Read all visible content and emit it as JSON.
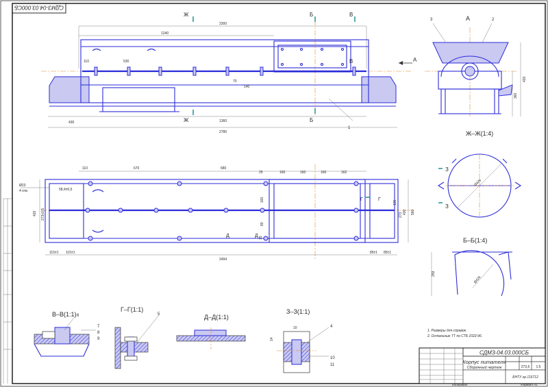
{
  "frame": {
    "corner_code": "СДМЗ-04.03.000СБ",
    "stamp_code": "СДМЗ-04.03.000СБ",
    "stamp_title": "Корпус питателя",
    "stamp_subtitle": "Сборочный чертеж",
    "stamp_mass": "273,6",
    "stamp_scale": "1:5",
    "stamp_org": "БНТУ гр.116712",
    "copied_label": "Копировал",
    "format_label": "Формат A1"
  },
  "notes": {
    "line1": "1. Размеры для справок.",
    "line2": "2. Остальные ТТ по СТБ 1022-96."
  },
  "front_view": {
    "section_marks": [
      "Ж",
      "Ж",
      "Б",
      "Б",
      "В",
      "В"
    ],
    "view_a": "А",
    "dims": [
      "2300",
      "1240",
      "110",
      "530",
      "70",
      "140",
      "430",
      "1360",
      "2780",
      "1"
    ]
  },
  "plan_view": {
    "dims": [
      "110",
      "670",
      "680",
      "25",
      "160",
      "160",
      "160",
      "162",
      "2494",
      "115±1",
      "115±1",
      "85±1",
      "85±1",
      "420",
      "273±0,5",
      "160",
      "560",
      "430",
      "135",
      "273",
      "80",
      "15",
      "Ø23",
      "4 отв.",
      "58,4±0,5"
    ],
    "marks": [
      "Г",
      "Г",
      "Д",
      "Д"
    ]
  },
  "side_view": {
    "title": "А",
    "leaders": [
      "3",
      "2"
    ],
    "dims": [
      "420",
      "360"
    ]
  },
  "section_zh": {
    "title": "Ж–Ж(1:4)",
    "marks": [
      "З",
      "З"
    ],
    "dim": "Ø426"
  },
  "section_b": {
    "title": "Б–Б(1:4)",
    "dims": [
      "Ø426",
      "259"
    ]
  },
  "details": [
    {
      "title": "В–В(1:1)",
      "leaders": [
        "6",
        "7",
        "8",
        "9"
      ]
    },
    {
      "title": "Г–Г(1:1)",
      "leaders": [
        "5"
      ]
    },
    {
      "title": "Д–Д(1:1)",
      "leaders": []
    },
    {
      "title": "З–З(1:1)",
      "leaders": [
        "4",
        "10",
        "11"
      ],
      "dims": [
        "10",
        "14"
      ]
    }
  ],
  "colors": {
    "drawing": "#2b2bd9",
    "axis": "#e08a2c",
    "section_mark": "#0c8a8a",
    "hatch_fill": "#c9c9f2"
  }
}
